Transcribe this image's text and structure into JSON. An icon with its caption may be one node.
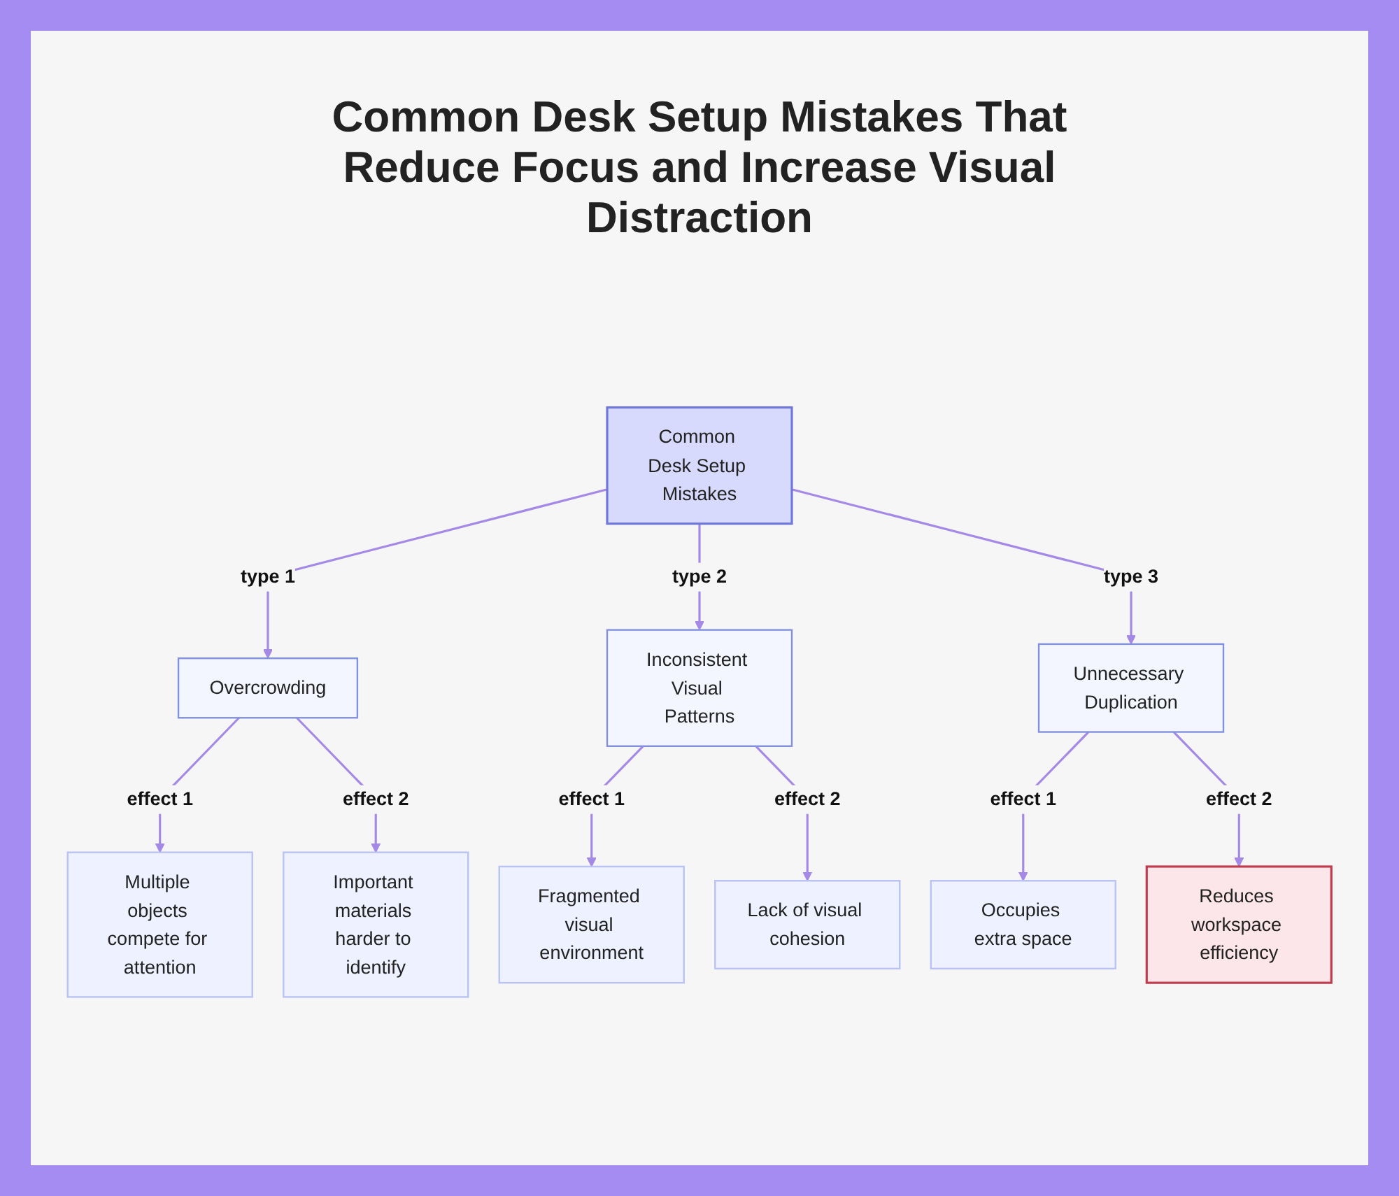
{
  "diagram": {
    "title": "Common Desk Setup Mistakes That Reduce Focus and Increase Visual Distraction",
    "nodes": [
      {
        "text": [
          "Common Desk Setup Mistakes"
        ]
      },
      {
        "text": [
          "Overcrowding"
        ]
      },
      {
        "text": [
          "Inconsistent Visual Patterns"
        ]
      },
      {
        "text": [
          "Unnecessary Duplication"
        ]
      },
      {
        "text": [
          "Multiple objects compete for attention"
        ]
      },
      {
        "text": [
          "Important materials harder to identify"
        ]
      },
      {
        "text": [
          "Fragmented visual environment"
        ]
      },
      {
        "text": [
          "Lack of visual cohesion"
        ]
      },
      {
        "text": [
          "Occupies extra space"
        ]
      },
      {
        "text": [
          "Reduces workspace efficiency"
        ]
      }
    ],
    "edges": [
      {
        "from": 0,
        "to": 1,
        "arrow": "to",
        "label": "type 1"
      },
      {
        "from": 0,
        "to": 2,
        "arrow": "to",
        "label": "type 2"
      },
      {
        "from": 0,
        "to": 3,
        "arrow": "to",
        "label": "type 3"
      },
      {
        "from": 1,
        "to": 4,
        "arrow": "to",
        "label": "effect 1"
      },
      {
        "from": 1,
        "to": 5,
        "arrow": "to",
        "label": "effect 2"
      },
      {
        "from": 2,
        "to": 6,
        "arrow": "to",
        "label": "effect 1"
      },
      {
        "from": 2,
        "to": 7,
        "arrow": "to",
        "label": "effect 2"
      },
      {
        "from": 3,
        "to": 8,
        "arrow": "to",
        "label": "effect 1"
      },
      {
        "from": 3,
        "to": 9,
        "arrow": "to",
        "label": "effect 2"
      }
    ]
  }
}
